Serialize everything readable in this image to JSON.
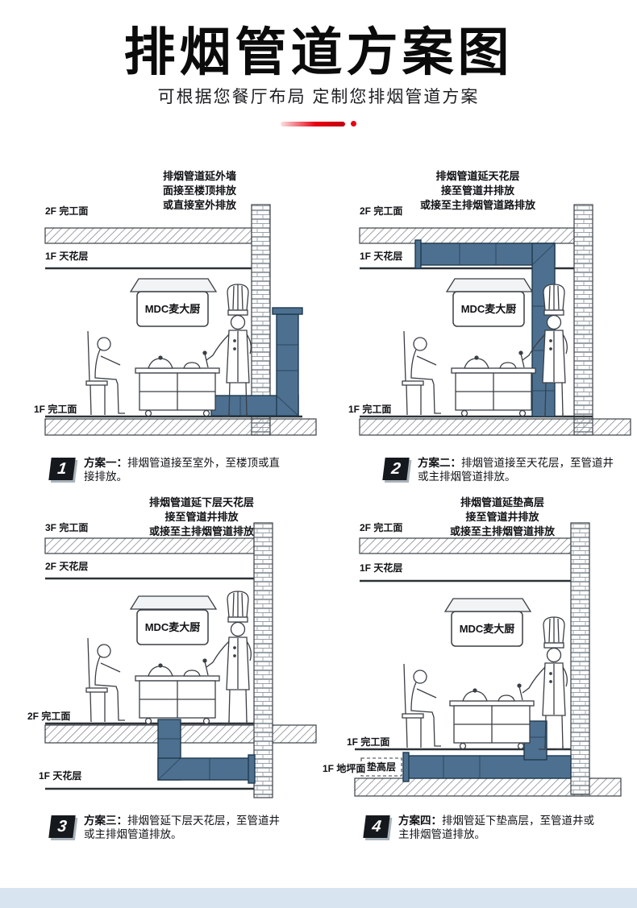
{
  "header": {
    "title": "排烟管道方案图",
    "subtitle": "可根据您餐厅布局 定制您排烟管道方案"
  },
  "logo": {
    "text": "MDC麦大厨"
  },
  "colors": {
    "duct_blue": "#4e7090",
    "accent_red": "#e60012",
    "footer_band": "#d8e5f0",
    "line_dark": "#2d3237"
  },
  "panels": [
    {
      "number": "1",
      "annotation": [
        "排烟管道延外墙",
        "面接至楼顶排放",
        "或直接室外排放"
      ],
      "floor_labels": [
        "2F 完工面",
        "1F 天花层",
        "1F 完工面"
      ],
      "caption_lead": "方案一：",
      "caption_text": "排烟管道接至室外，至楼顶或直接排放。"
    },
    {
      "number": "2",
      "annotation": [
        "排烟管道延天花层",
        "接至管道井排放",
        "或接至主排烟管道路排放"
      ],
      "floor_labels": [
        "2F 完工面",
        "1F 天花层",
        "1F 完工面"
      ],
      "caption_lead": "方案二：",
      "caption_text": "排烟管道接至天花层，至管道井或主排烟管道排放。"
    },
    {
      "number": "3",
      "annotation": [
        "排烟管道延下层天花层",
        "接至管道井排放",
        "或接至主排烟管道排放"
      ],
      "floor_labels": [
        "3F 完工面",
        "2F 天花层",
        "2F 完工面",
        "1F 天花层"
      ],
      "caption_lead": "方案三：",
      "caption_text": "排烟管延下层天花层，至管道井或主排烟管道排放。"
    },
    {
      "number": "4",
      "annotation": [
        "排烟管道延垫高层",
        "接至管道井排放",
        "或接至主排烟管道排放"
      ],
      "floor_labels": [
        "2F 完工面",
        "1F 天花层",
        "1F 完工面",
        "1F 地坪面",
        "垫高层"
      ],
      "caption_lead": "方案四：",
      "caption_text": "排烟管延下垫高层，至管道井或主排烟管道排放。"
    }
  ]
}
